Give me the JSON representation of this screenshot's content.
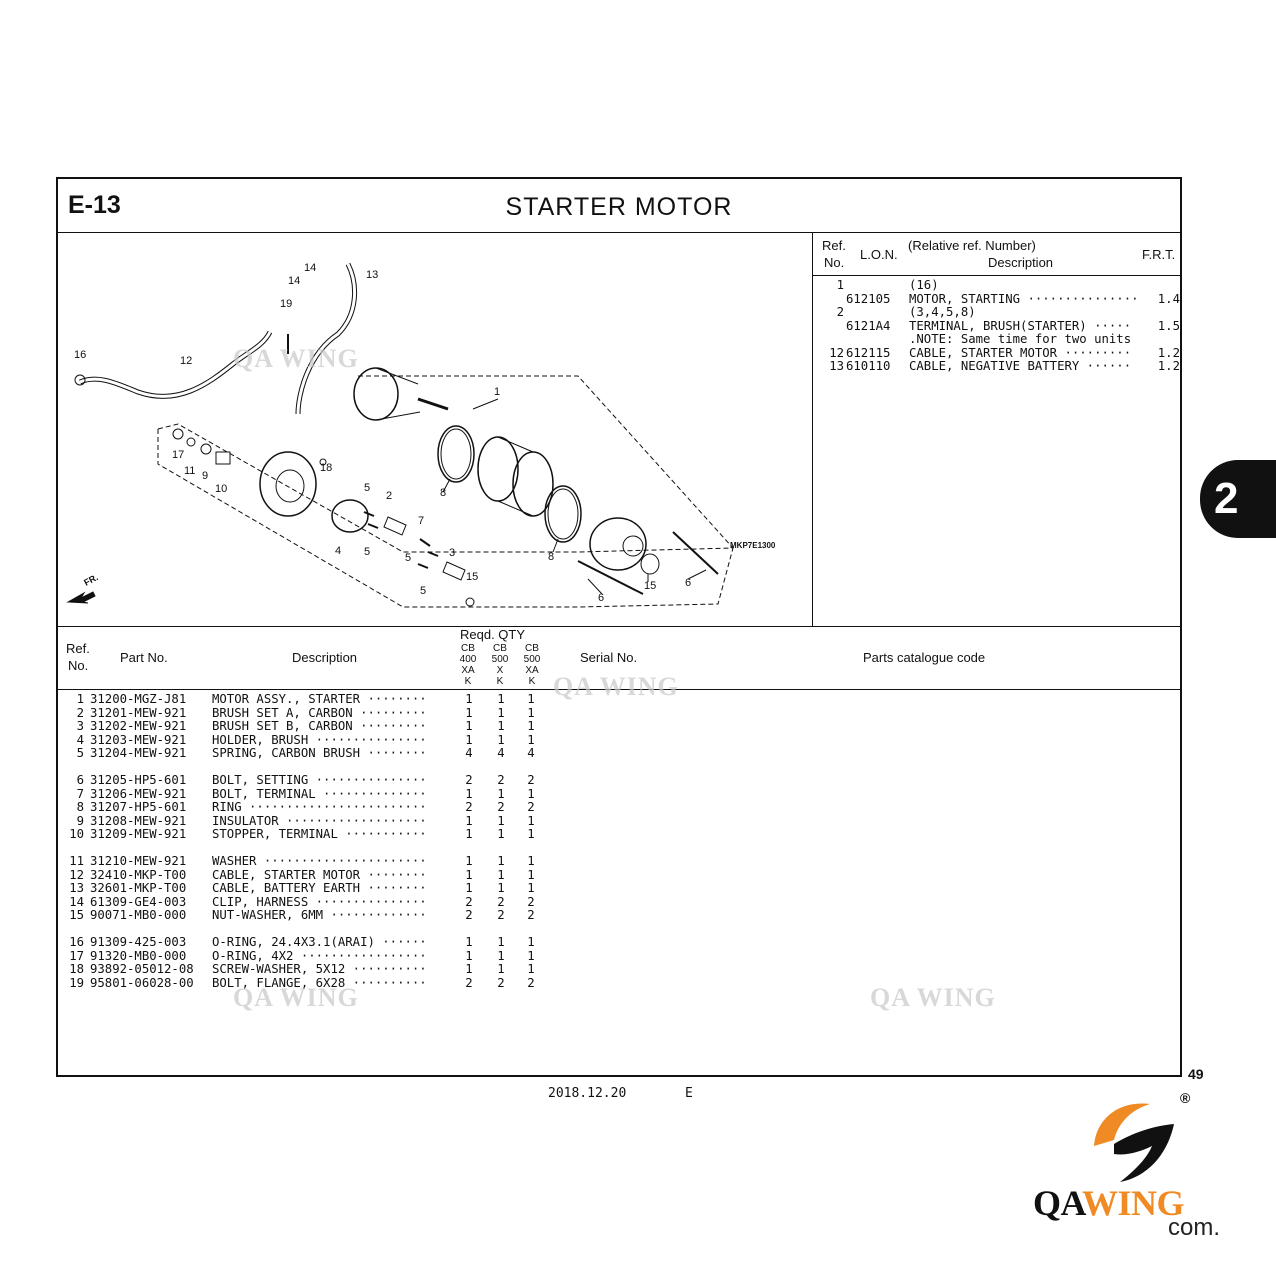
{
  "section": {
    "code": "E-13",
    "title": "STARTER  MOTOR"
  },
  "diagram": {
    "code": "MKP7E1300",
    "fr_label": "FR.",
    "callouts": [
      "1",
      "2",
      "3",
      "4",
      "5",
      "5",
      "5",
      "5",
      "6",
      "6",
      "7",
      "8",
      "8",
      "9",
      "10",
      "11",
      "12",
      "13",
      "14",
      "14",
      "15",
      "15",
      "16",
      "17",
      "18",
      "19"
    ]
  },
  "lon_table": {
    "headers": {
      "ref": "Ref.",
      "no": "No.",
      "lon": "L.O.N.",
      "relative": "(Relative ref. Number)",
      "description": "Description",
      "frt": "F.R.T."
    },
    "rows": [
      {
        "ref": "1",
        "lon": "",
        "desc": "(16)",
        "frt": ""
      },
      {
        "ref": "",
        "lon": "612105",
        "desc": "MOTOR, STARTING ···············",
        "frt": "1.4"
      },
      {
        "ref": "2",
        "lon": "",
        "desc": "(3,4,5,8)",
        "frt": ""
      },
      {
        "ref": "",
        "lon": "6121A4",
        "desc": "TERMINAL, BRUSH(STARTER) ·····",
        "frt": "1.5"
      },
      {
        "ref": "",
        "lon": "",
        "desc": ".NOTE: Same time for two units",
        "frt": ""
      },
      {
        "ref": "12",
        "lon": "612115",
        "desc": "CABLE, STARTER MOTOR ·········",
        "frt": "1.2"
      },
      {
        "ref": "13",
        "lon": "610110",
        "desc": "CABLE, NEGATIVE BATTERY ······",
        "frt": "1.2"
      }
    ]
  },
  "parts_table": {
    "headers": {
      "ref": "Ref.",
      "no": "No.",
      "part_no": "Part  No.",
      "description": "Description",
      "reqd_qty": "Reqd.  QTY",
      "serial": "Serial  No.",
      "catalogue": "Parts  catalogue  code",
      "models": [
        {
          "l1": "CB",
          "l2": "400",
          "l3": "XA",
          "l4": "K"
        },
        {
          "l1": "CB",
          "l2": "500",
          "l3": "X",
          "l4": "K"
        },
        {
          "l1": "CB",
          "l2": "500",
          "l3": "XA",
          "l4": "K"
        }
      ]
    },
    "rows": [
      {
        "ref": "1",
        "part": "31200-MGZ-J81",
        "desc": "MOTOR ASSY., STARTER ········",
        "q1": "1",
        "q2": "1",
        "q3": "1"
      },
      {
        "ref": "2",
        "part": "31201-MEW-921",
        "desc": "BRUSH SET A, CARBON ·········",
        "q1": "1",
        "q2": "1",
        "q3": "1"
      },
      {
        "ref": "3",
        "part": "31202-MEW-921",
        "desc": "BRUSH SET B, CARBON ·········",
        "q1": "1",
        "q2": "1",
        "q3": "1"
      },
      {
        "ref": "4",
        "part": "31203-MEW-921",
        "desc": "HOLDER, BRUSH ···············",
        "q1": "1",
        "q2": "1",
        "q3": "1"
      },
      {
        "ref": "5",
        "part": "31204-MEW-921",
        "desc": "SPRING, CARBON BRUSH ········",
        "q1": "4",
        "q2": "4",
        "q3": "4"
      },
      {
        "ref": "6",
        "part": "31205-HP5-601",
        "desc": "BOLT, SETTING ···············",
        "q1": "2",
        "q2": "2",
        "q3": "2"
      },
      {
        "ref": "7",
        "part": "31206-MEW-921",
        "desc": "BOLT, TERMINAL ··············",
        "q1": "1",
        "q2": "1",
        "q3": "1"
      },
      {
        "ref": "8",
        "part": "31207-HP5-601",
        "desc": "RING ························",
        "q1": "2",
        "q2": "2",
        "q3": "2"
      },
      {
        "ref": "9",
        "part": "31208-MEW-921",
        "desc": "INSULATOR ···················",
        "q1": "1",
        "q2": "1",
        "q3": "1"
      },
      {
        "ref": "10",
        "part": "31209-MEW-921",
        "desc": "STOPPER, TERMINAL ···········",
        "q1": "1",
        "q2": "1",
        "q3": "1"
      },
      {
        "ref": "11",
        "part": "31210-MEW-921",
        "desc": "WASHER ······················",
        "q1": "1",
        "q2": "1",
        "q3": "1"
      },
      {
        "ref": "12",
        "part": "32410-MKP-T00",
        "desc": "CABLE, STARTER MOTOR ········",
        "q1": "1",
        "q2": "1",
        "q3": "1"
      },
      {
        "ref": "13",
        "part": "32601-MKP-T00",
        "desc": "CABLE, BATTERY EARTH ········",
        "q1": "1",
        "q2": "1",
        "q3": "1"
      },
      {
        "ref": "14",
        "part": "61309-GE4-003",
        "desc": "CLIP, HARNESS ···············",
        "q1": "2",
        "q2": "2",
        "q3": "2"
      },
      {
        "ref": "15",
        "part": "90071-MB0-000",
        "desc": "NUT-WASHER, 6MM ·············",
        "q1": "2",
        "q2": "2",
        "q3": "2"
      },
      {
        "ref": "16",
        "part": "91309-425-003",
        "desc": "O-RING, 24.4X3.1(ARAI) ······",
        "q1": "1",
        "q2": "1",
        "q3": "1"
      },
      {
        "ref": "17",
        "part": "91320-MB0-000",
        "desc": "O-RING, 4X2 ·················",
        "q1": "1",
        "q2": "1",
        "q3": "1"
      },
      {
        "ref": "18",
        "part": "93892-05012-08",
        "desc": "SCREW-WASHER, 5X12 ··········",
        "q1": "1",
        "q2": "1",
        "q3": "1"
      },
      {
        "ref": "19",
        "part": "95801-06028-00",
        "desc": "BOLT, FLANGE, 6X28 ··········",
        "q1": "2",
        "q2": "2",
        "q3": "2"
      }
    ]
  },
  "footer": {
    "date": "2018.12.20",
    "edition": "E",
    "page": "49"
  },
  "tab": {
    "label": "2"
  },
  "watermark": {
    "text": "QA WING"
  },
  "logo": {
    "text_qa": "QA",
    "text_wing": "WING",
    "text_com": "com.",
    "reg": "®"
  },
  "colors": {
    "brand_orange": "#F08A24",
    "ink": "#111111"
  }
}
